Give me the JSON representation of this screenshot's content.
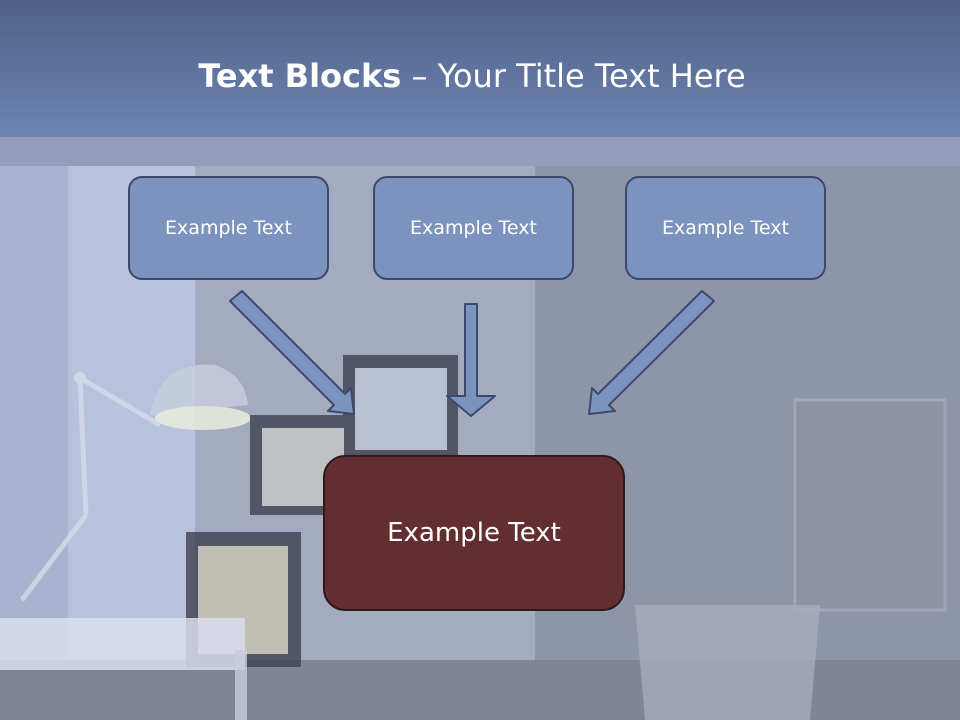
{
  "title": {
    "bold": "Text Blocks",
    "rest": " – Your Title Text Here"
  },
  "blocks": [
    {
      "label": "Example Text"
    },
    {
      "label": "Example Text"
    },
    {
      "label": "Example Text"
    }
  ],
  "main_block": {
    "label": "Example Text"
  },
  "colors": {
    "title_bar": "#6d84b2",
    "block_fill": "#7d93bf",
    "block_border": "#3b4a6b",
    "main_fill": "#632e2f",
    "arrow_fill": "#7d93bf"
  }
}
